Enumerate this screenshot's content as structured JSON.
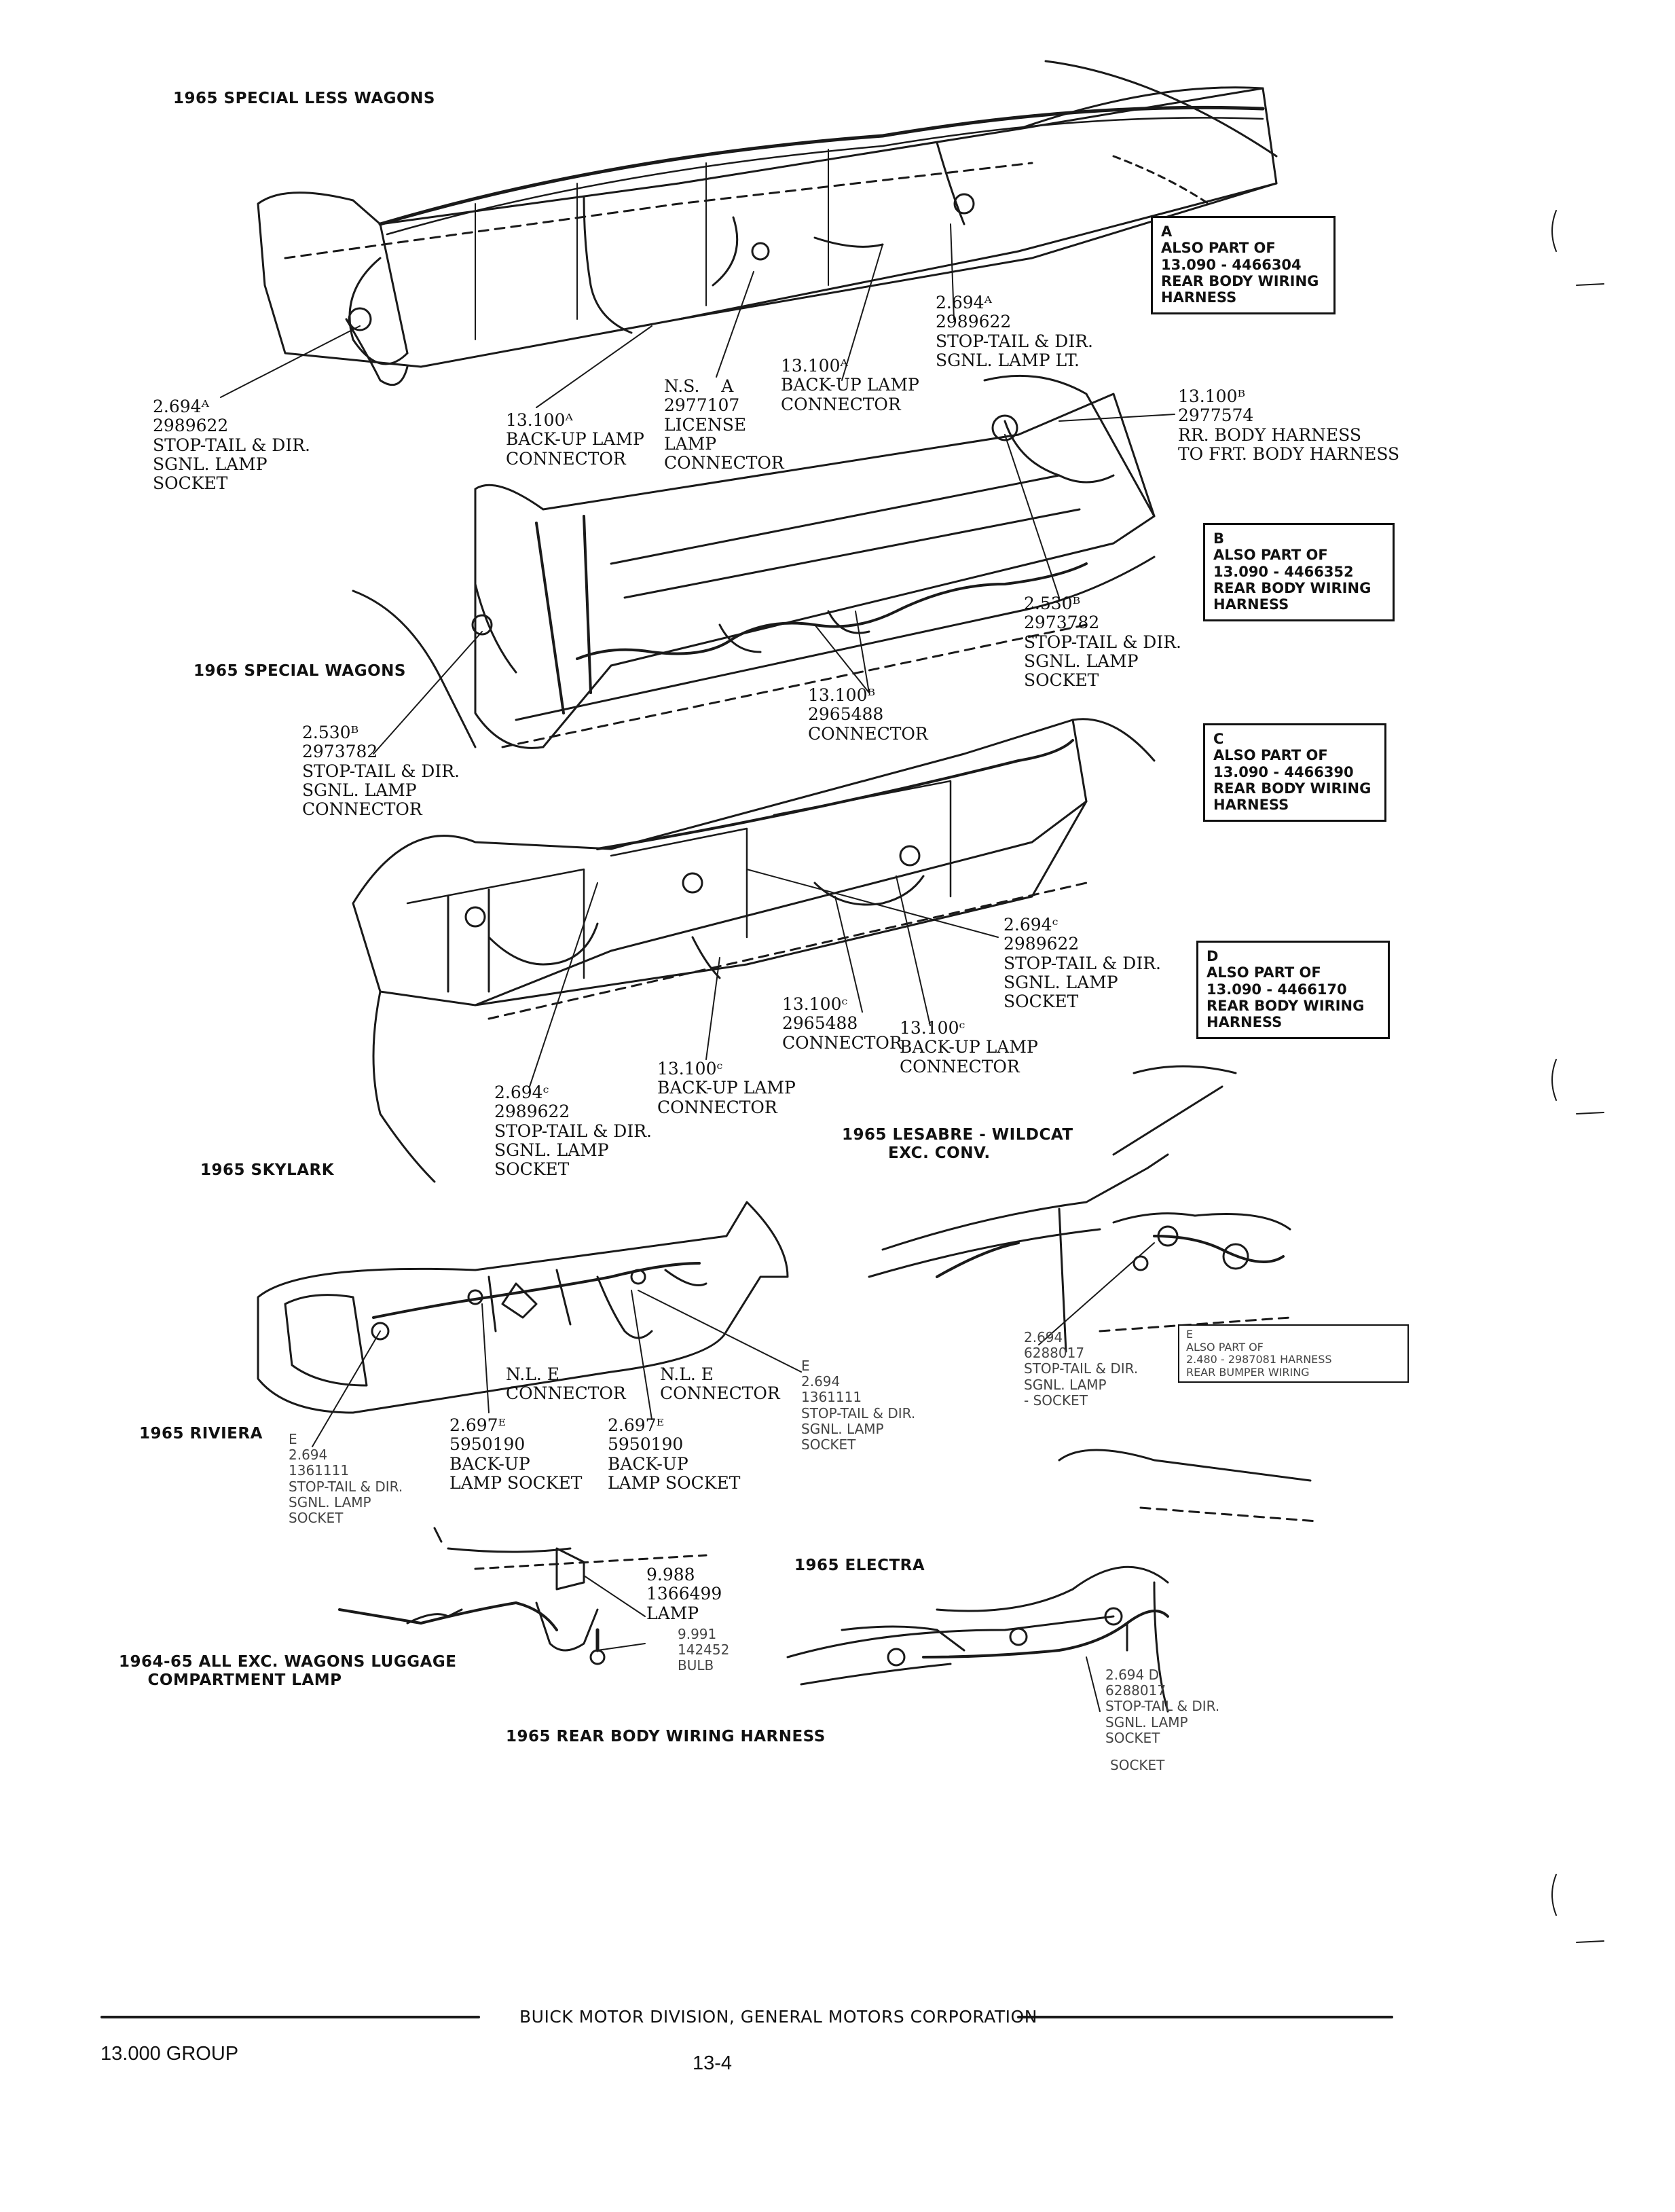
{
  "sections": {
    "special_less_wagons": "1965 SPECIAL LESS WAGONS",
    "special_wagons": "1965 SPECIAL WAGONS",
    "skylark": "1965 SKYLARK",
    "lesabre": "1965 LESABRE - WILDCAT\n        EXC. CONV.",
    "riviera": "1965 RIVIERA",
    "electra": "1965 ELECTRA",
    "luggage": "1964-65 ALL EXC. WAGONS LUGGAGE\n     COMPARTMENT LAMP",
    "caption": "1965 REAR BODY WIRING HARNESS"
  },
  "callouts": {
    "a_2694_left": "2.694ᴬ\n2989622\nSTOP-TAIL & DIR.\nSGNL. LAMP\nSOCKET",
    "a_13100_backup": "13.100ᴬ\nBACK-UP LAMP\nCONNECTOR",
    "a_ns_license": "N.S.    A\n2977107\nLICENSE\nLAMP\nCONNECTOR",
    "a_13100_backup_2": "13.100ᴬ\nBACK-UP LAMP\nCONNECTOR",
    "a_2694_right": "2.694ᴬ\n2989622\nSTOP-TAIL & DIR.\nSGNL. LAMP LT.",
    "b_13100_rr": "13.100ᴮ\n2977574\nRR. BODY HARNESS\nTO FRT. BODY HARNESS",
    "b_2530_right": "2.530ᴮ\n2973782\nSTOP-TAIL & DIR.\nSGNL. LAMP\nSOCKET",
    "b_13100_conn": "13.100ᴮ\n2965488\nCONNECTOR",
    "b_2530_left": "2.530ᴮ\n2973782\nSTOP-TAIL & DIR.\nSGNL. LAMP\nCONNECTOR",
    "c_2694_right": "2.694ᶜ\n2989622\nSTOP-TAIL & DIR.\nSGNL. LAMP\nSOCKET",
    "c_13100_conn": "13.100ᶜ\n2965488\nCONNECTOR",
    "c_13100_backup_r": "13.100ᶜ\nBACK-UP LAMP\nCONNECTOR",
    "c_13100_backup_l": "13.100ᶜ\nBACK-UP LAMP\nCONNECTOR",
    "c_2694_left": "2.694ᶜ\n2989622\nSTOP-TAIL & DIR.\nSGNL. LAMP\nSOCKET",
    "les_2694": "2.694\n6288017\nSTOP-TAIL & DIR.\nSGNL. LAMP\n- SOCKET",
    "e_nl_left": "N.L. E\nCONNECTOR",
    "e_nl_right": "N.L. E\nCONNECTOR",
    "e_2694_right": "E\n2.694\n1361111\nSTOP-TAIL & DIR.\nSGNL. LAMP\nSOCKET",
    "e_2694_left": "E\n2.694\n1361111\nSTOP-TAIL & DIR.\nSGNL. LAMP\nSOCKET",
    "e_2697_left": "2.697ᴱ\n5950190\nBACK-UP\nLAMP SOCKET",
    "e_2697_right": "2.697ᴱ\n5950190\nBACK-UP\nLAMP SOCKET",
    "lug_9988": "9.988\n1366499\nLAMP",
    "lug_9991": "9.991\n142452\nBULB",
    "d_2694": "2.694 D\n6288017\nSTOP-TAIL & DIR.\nSGNL. LAMP\nSOCKET",
    "d_socket": "SOCKET"
  },
  "notes": {
    "a": [
      "A",
      "ALSO PART OF",
      "13.090 - 4466304",
      "REAR BODY WIRING",
      "HARNESS"
    ],
    "b": [
      "B",
      "ALSO PART OF",
      "13.090 - 4466352",
      "REAR BODY WIRING",
      "HARNESS"
    ],
    "c": [
      "C",
      "ALSO PART OF",
      "13.090 - 4466390",
      "REAR BODY WIRING",
      "HARNESS"
    ],
    "d": [
      "D",
      "ALSO PART OF",
      "13.090 - 4466170",
      "REAR BODY WIRING",
      "HARNESS"
    ],
    "e": [
      "E",
      "ALSO PART OF",
      "2.480 - 2987081 HARNESS",
      "REAR BUMPER WIRING"
    ]
  },
  "footer": {
    "division": "BUICK MOTOR DIVISION, GENERAL MOTORS CORPORATION",
    "group": "13.000 GROUP",
    "page": "13-4"
  }
}
